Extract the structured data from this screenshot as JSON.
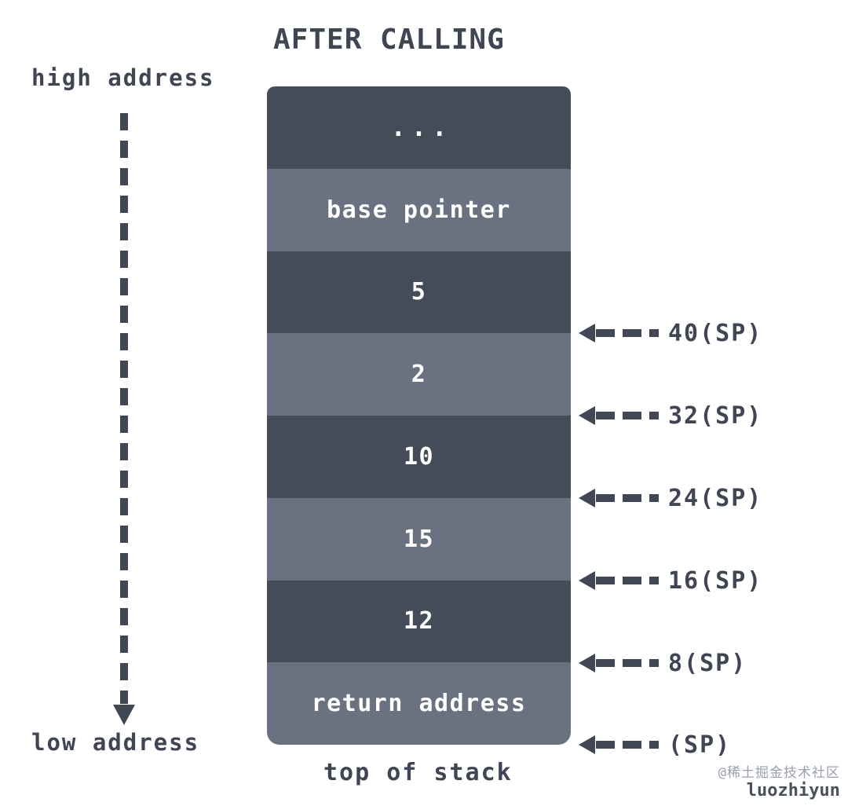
{
  "title": "AFTER CALLING",
  "side": {
    "high_label": "high address",
    "low_label": "low address"
  },
  "stack": {
    "rows": [
      {
        "label": "..."
      },
      {
        "label": "base pointer"
      },
      {
        "label": "5"
      },
      {
        "label": "2"
      },
      {
        "label": "10"
      },
      {
        "label": "15"
      },
      {
        "label": "12"
      },
      {
        "label": "return address"
      }
    ],
    "caption": "top of stack"
  },
  "sp": {
    "labels": [
      "40(SP)",
      "32(SP)",
      "24(SP)",
      "16(SP)",
      "8(SP)",
      "(SP)"
    ]
  },
  "watermark": {
    "community": "@稀土掘金技术社区",
    "author": "luozhiyun"
  },
  "colors": {
    "cell_dark": "#454c59",
    "cell_light": "#6a7180",
    "ink": "#3f4552",
    "arrow": "#414754",
    "cell_text": "#ffffff",
    "watermark_gray": "#9aa0ab"
  }
}
